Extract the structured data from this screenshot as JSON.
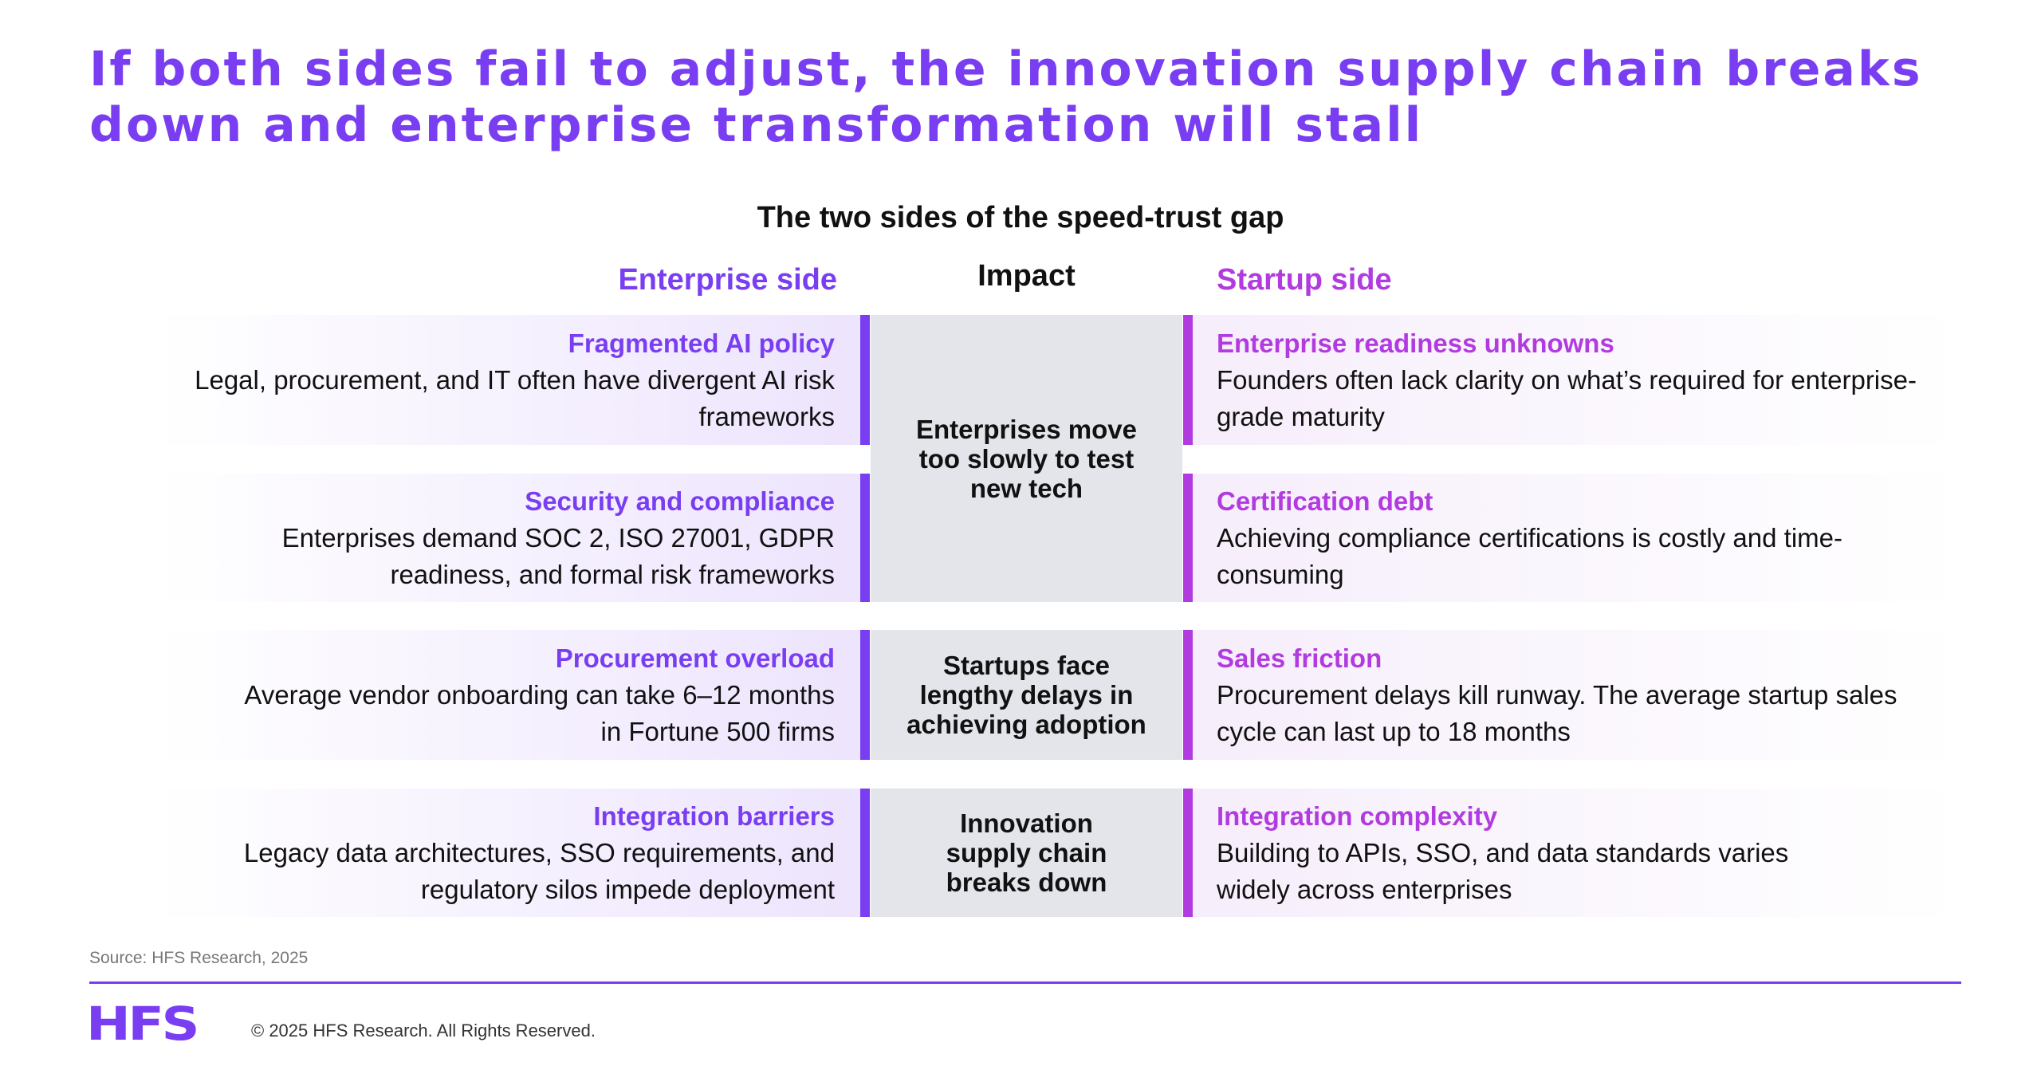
{
  "title": "If both sides fail to adjust, the innovation supply chain breaks down and enterprise transformation will stall",
  "subtitle": "The two sides of the speed-trust gap",
  "headers": {
    "enterprise": "Enterprise side",
    "impact": "Impact",
    "startup": "Startup side"
  },
  "rows": [
    {
      "ent_title": "Fragmented AI policy",
      "ent_body": "Legal, procurement, and IT often have divergent AI risk frameworks",
      "st_title": "Enterprise readiness unknowns",
      "st_body": "Founders often lack clarity on what’s required for enterprise-grade maturity"
    },
    {
      "ent_title": "Security and compliance",
      "ent_body": "Enterprises demand SOC 2, ISO 27001, GDPR readiness, and formal risk frameworks",
      "st_title": "Certification debt",
      "st_body": "Achieving compliance certifications is costly and time-consuming"
    },
    {
      "ent_title": "Procurement overload",
      "ent_body": "Average vendor onboarding can take 6–12 months in Fortune 500 firms",
      "st_title": "Sales friction",
      "st_body": "Procurement delays kill runway. The average startup sales cycle can last up to 18 months"
    },
    {
      "ent_title": "Integration barriers",
      "ent_body": "Legacy data architectures, SSO requirements, and regulatory silos impede deployment",
      "st_title": "Integration complexity",
      "st_body": "Building to APIs, SSO, and data standards varies widely across enterprises"
    }
  ],
  "impacts": [
    "Enterprises move too slowly to test new tech",
    "Startups face lengthy delays in achieving adoption",
    "Innovation supply chain breaks down"
  ],
  "source": "Source: HFS Research, 2025",
  "logo": "HFS",
  "copyright": "© 2025 HFS Research. All Rights Reserved.",
  "colors": {
    "enterprise": "#7a3ef2",
    "startup": "#b23be0",
    "impact_bg": "#e3e5ea"
  }
}
